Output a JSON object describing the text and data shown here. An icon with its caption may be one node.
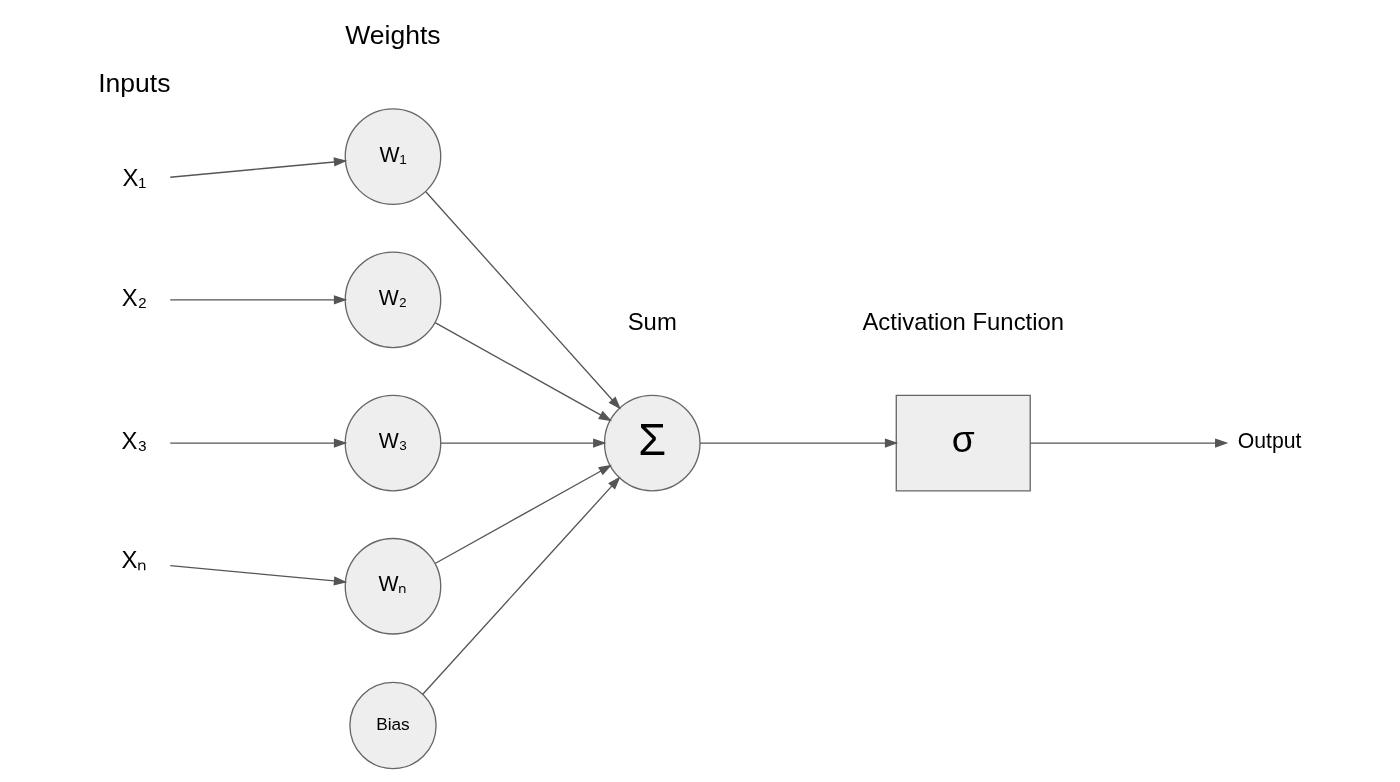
{
  "diagram": {
    "nodes": [
      {
        "text": [
          "X₁"
        ]
      },
      {
        "text": [
          "X₂"
        ]
      },
      {
        "text": [
          "X₃"
        ]
      },
      {
        "text": [
          "Xₙ"
        ]
      },
      {
        "text": [
          "W₁"
        ]
      },
      {
        "text": [
          "W₂"
        ]
      },
      {
        "text": [
          "W₃"
        ]
      },
      {
        "text": [
          "Wₙ"
        ]
      },
      {
        "text": [
          "Bias"
        ]
      },
      {
        "text": [
          "Σ"
        ],
        "beside": [
          "Sum"
        ]
      },
      {
        "text": [
          "σ"
        ],
        "beside": [
          "Activation Function"
        ]
      },
      {
        "text": [
          "Output"
        ]
      }
    ],
    "edges": [
      {
        "from": 0,
        "to": 4,
        "arrow": "to"
      },
      {
        "from": 1,
        "to": 5,
        "arrow": "to"
      },
      {
        "from": 2,
        "to": 6,
        "arrow": "to"
      },
      {
        "from": 3,
        "to": 7,
        "arrow": "to"
      },
      {
        "from": 4,
        "to": 9,
        "arrow": "to"
      },
      {
        "from": 5,
        "to": 9,
        "arrow": "to"
      },
      {
        "from": 6,
        "to": 9,
        "arrow": "to"
      },
      {
        "from": 7,
        "to": 9,
        "arrow": "to"
      },
      {
        "from": 8,
        "to": 9,
        "arrow": "to"
      },
      {
        "from": 9,
        "to": 10,
        "arrow": "to"
      },
      {
        "from": 10,
        "to": 11,
        "arrow": "to"
      }
    ],
    "labels": [
      "Inputs",
      "Weights"
    ]
  }
}
